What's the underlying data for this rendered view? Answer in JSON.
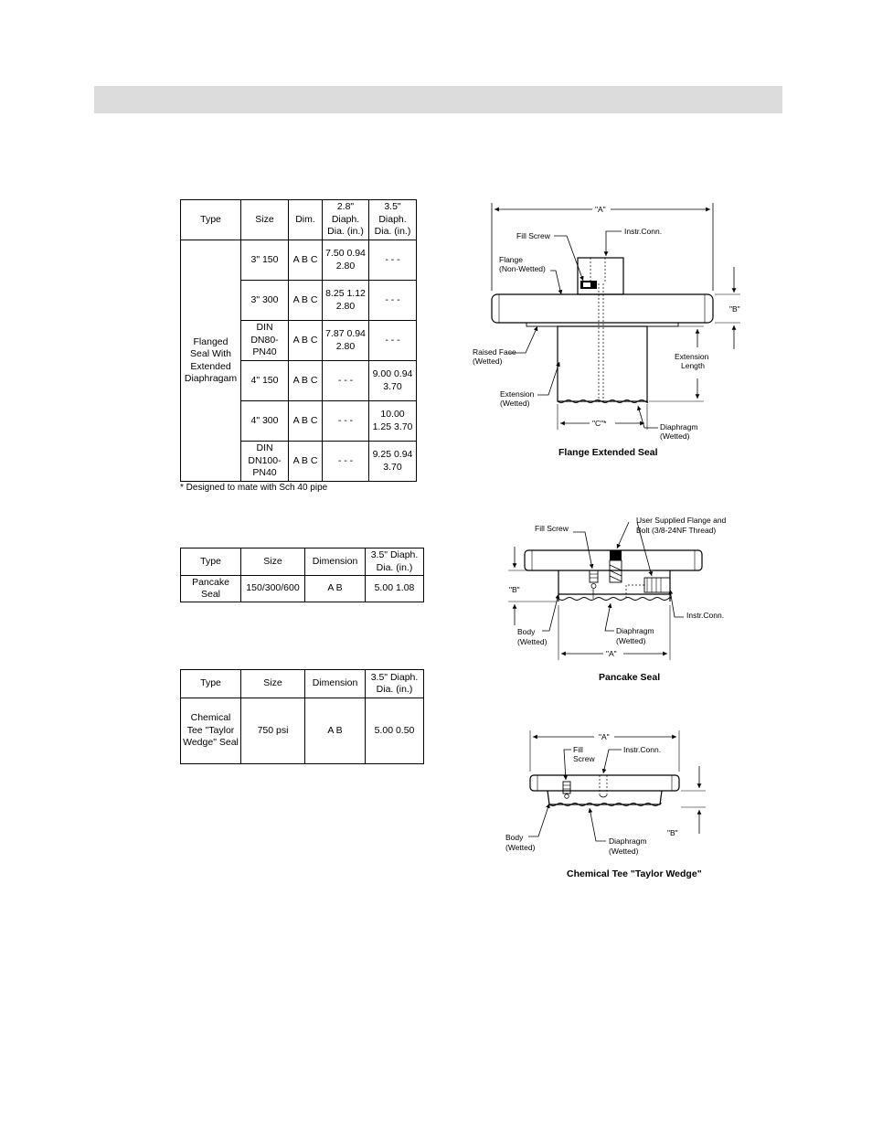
{
  "table1": {
    "headers": [
      "Type",
      "Size",
      "Dim.",
      "2.8\" Diaph. Dia. (in.)",
      "3.5\" Diaph. Dia. (in.)"
    ],
    "type_cell": "Flanged Seal With Extended Diaphragam",
    "groups": [
      {
        "size": "3\" 150",
        "dims": "A B C",
        "v28": "7.50 0.94 2.80",
        "v35": "- - -"
      },
      {
        "size": "3\" 300",
        "dims": "A B C",
        "v28": "8.25 1.12 2.80",
        "v35": "- - -"
      },
      {
        "size": "DIN DN80- PN40",
        "dims": "A B C",
        "v28": "7.87 0.94 2.80",
        "v35": "- - -"
      },
      {
        "size": "4\" 150",
        "dims": "A B C",
        "v28": "- - -",
        "v35": "9.00 0.94 3.70"
      },
      {
        "size": "4\" 300",
        "dims": "A B C",
        "v28": "- - -",
        "v35": "10.00 1.25 3.70"
      },
      {
        "size": "DIN DN100- PN40",
        "dims": "A B C",
        "v28": "- - -",
        "v35": "9.25 0.94 3.70"
      }
    ],
    "note": "* Designed to mate with Sch 40 pipe"
  },
  "table2": {
    "headers": [
      "Type",
      "Size",
      "Dimension",
      "3.5\" Diaph. Dia. (in.)"
    ],
    "row": {
      "type": "Pancake Seal",
      "size": "150/300/600",
      "dims": "A B",
      "vals": "5.00 1.08"
    }
  },
  "table3": {
    "headers": [
      "Type",
      "Size",
      "Dimension",
      "3.5\" Diaph. Dia. (in.)"
    ],
    "row": {
      "type": "Chemical Tee \"Taylor Wedge\" Seal",
      "size": "750 psi",
      "dims": "A B",
      "vals": "5.00 0.50"
    }
  },
  "diagram1": {
    "caption": "Flange Extended Seal",
    "labels": {
      "dimA": "\"A\"",
      "fill_screw": "Fill Screw",
      "instr_conn": "Instr.Conn.",
      "flange_1": "Flange",
      "flange_2": "(Non-Wetted)",
      "dimB": "\"B\"",
      "raised_1": "Raised Face",
      "raised_2": "(Wetted)",
      "ext_len_1": "Extension",
      "ext_len_2": "Length",
      "ext_1": "Extension",
      "ext_2": "(Wetted)",
      "dimC": "\"C\"*",
      "diaph_1": "Diaphragm",
      "diaph_2": "(Wetted)"
    }
  },
  "diagram2": {
    "caption": "Pancake Seal",
    "labels": {
      "fill_screw": "Fill Screw",
      "user_1": "User Supplied Flange and",
      "user_2": "Bolt (3/8-24NF Thread)",
      "dimB": "\"B\"",
      "instr_conn": "Instr.Conn.",
      "body_1": "Body",
      "body_2": "(Wetted)",
      "diaph_1": "Diaphragm",
      "diaph_2": "(Wetted)",
      "dimA": "\"A\""
    }
  },
  "diagram3": {
    "caption": "Chemical Tee \"Taylor Wedge\"",
    "labels": {
      "dimA": "\"A\"",
      "fill_1": "Fill",
      "fill_2": "Screw",
      "instr_conn": "Instr.Conn.",
      "body_1": "Body",
      "body_2": "(Wetted)",
      "diaph_1": "Diaphragm",
      "diaph_2": "(Wetted)",
      "dimB": "\"B\""
    }
  }
}
